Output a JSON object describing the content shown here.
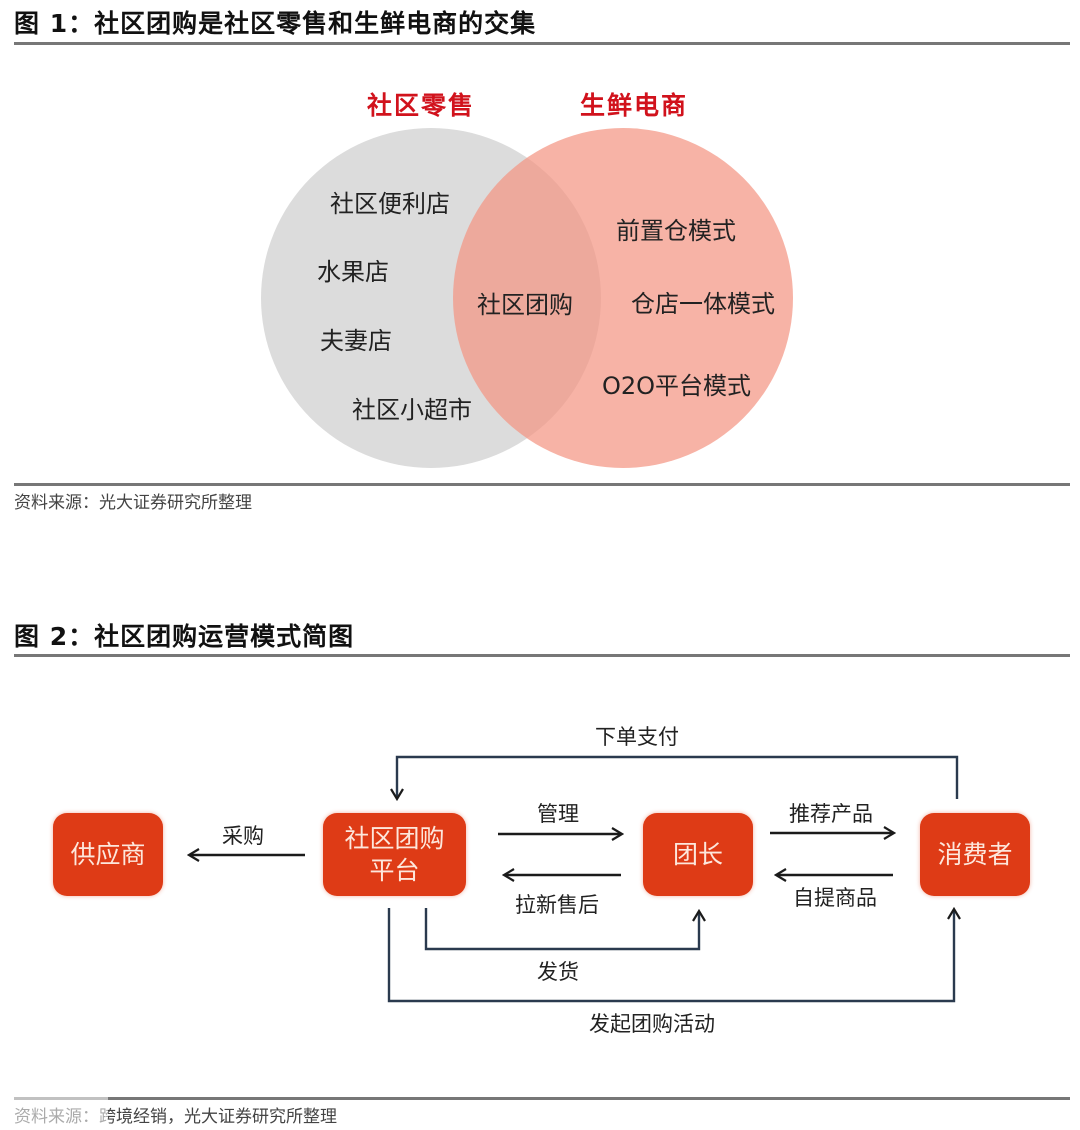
{
  "figure1": {
    "title": "图 1：社区团购是社区零售和生鲜电商的交集",
    "left_set": {
      "label": "社区零售",
      "color": "#dcdcdc",
      "items": [
        "社区便利店",
        "水果店",
        "夫妻店",
        "社区小超市"
      ]
    },
    "right_set": {
      "label": "生鲜电商",
      "color": "#f6b3a6",
      "items": [
        "前置仓模式",
        "仓店一体模式",
        "O2O平台模式"
      ]
    },
    "intersection": {
      "label": "社区团购",
      "color": "#e9988a"
    },
    "label_color": "#d1121c",
    "source": "资料来源：光大证券研究所整理"
  },
  "figure2": {
    "title": "图 2：社区团购运营模式简图",
    "node_color": "#de3b16",
    "nodes": {
      "supplier": "供应商",
      "platform_line1": "社区团购",
      "platform_line2": "平台",
      "leader": "团长",
      "consumer": "消费者"
    },
    "edges": {
      "purchase": "采购",
      "manage": "管理",
      "acquire_aftersales": "拉新售后",
      "recommend": "推荐产品",
      "self_pickup": "自提商品",
      "order_pay": "下单支付",
      "ship": "发货",
      "launch_groupbuy": "发起团购活动"
    },
    "source": "资料来源：跨境经销，光大证券研究所整理"
  }
}
